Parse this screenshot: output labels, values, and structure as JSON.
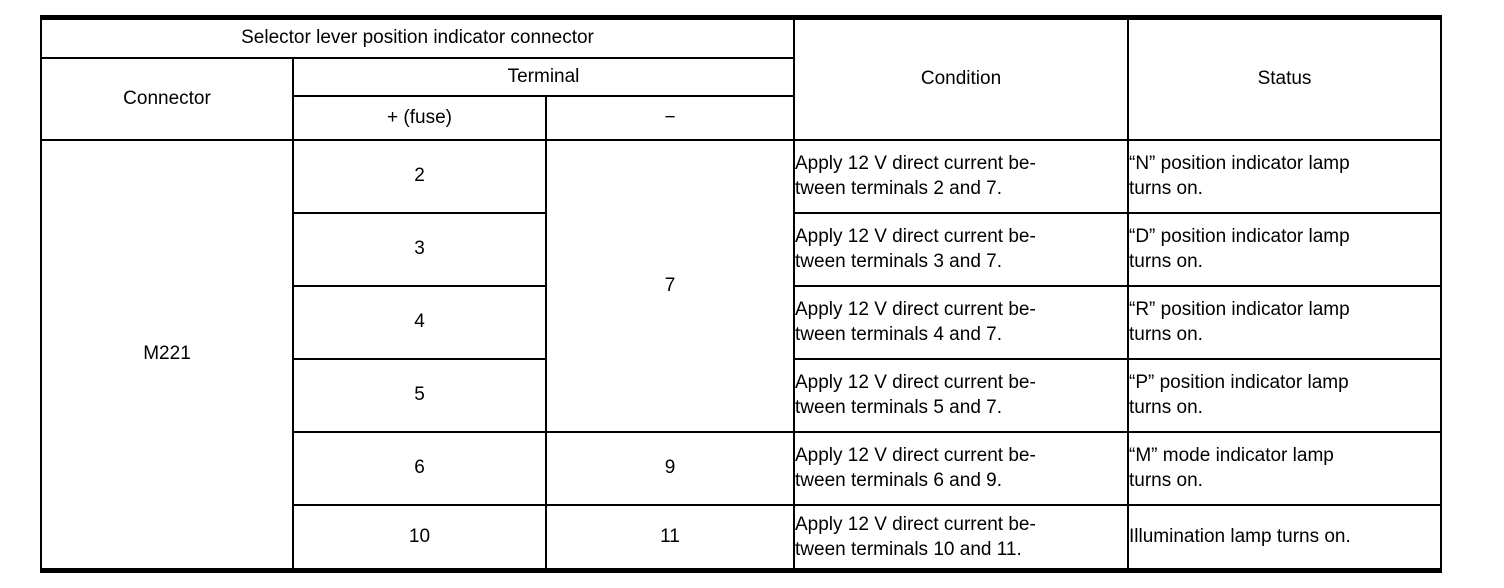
{
  "table": {
    "header": {
      "group_title": "Selector lever position indicator connector",
      "connector": "Connector",
      "terminal": "Terminal",
      "plus": "+ (fuse)",
      "minus": "−",
      "condition": "Condition",
      "status": "Status"
    },
    "connector_value": "M221",
    "rows": [
      {
        "plus": "2",
        "minus": "7",
        "condition": "Apply 12 V direct current be-\ntween terminals 2 and 7.",
        "status": "“N” position indicator lamp\nturns on."
      },
      {
        "plus": "3",
        "condition": "Apply 12 V direct current be-\ntween terminals 3 and 7.",
        "status": "“D” position indicator lamp\nturns on."
      },
      {
        "plus": "4",
        "condition": "Apply 12 V direct current be-\ntween terminals 4 and 7.",
        "status": "“R” position indicator lamp\nturns on."
      },
      {
        "plus": "5",
        "condition": "Apply 12 V direct current be-\ntween terminals 5 and 7.",
        "status": "“P” position indicator lamp\nturns on."
      },
      {
        "plus": "6",
        "minus": "9",
        "condition": "Apply 12 V direct current be-\ntween terminals 6 and 9.",
        "status": "“M” mode indicator lamp\nturns on."
      },
      {
        "plus": "10",
        "minus": "11",
        "condition": "Apply 12 V direct current be-\ntween terminals 10 and 11.",
        "status": "Illumination lamp turns on."
      }
    ]
  }
}
